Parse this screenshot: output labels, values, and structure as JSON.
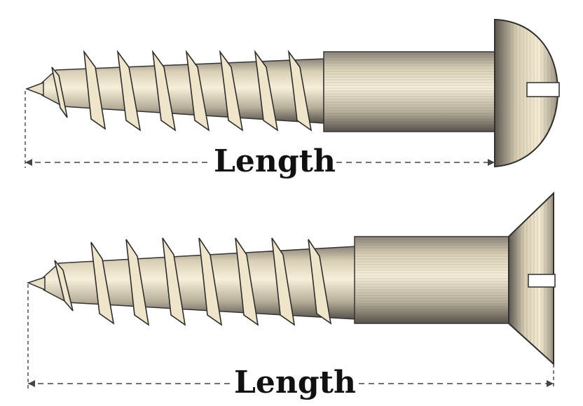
{
  "labels": {
    "top_length": "Length",
    "bottom_length": "Length"
  },
  "colors": {
    "background": "#ffffff",
    "metal_light": "#f6ecd4",
    "metal_mid": "#d8ccb0",
    "engraving": "#3a3a3a",
    "dimension_line": "#444444"
  },
  "screws": [
    {
      "name": "round-head-wood-screw",
      "head": "round"
    },
    {
      "name": "flat-head-wood-screw",
      "head": "countersunk"
    }
  ]
}
